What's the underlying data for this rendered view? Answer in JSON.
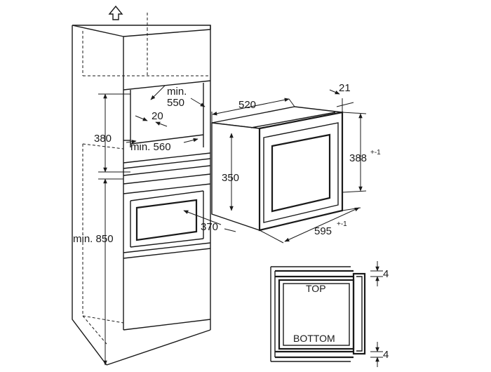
{
  "cabinet": {
    "dim_min550_a": "min.",
    "dim_min550_b": "550",
    "dim_20": "20",
    "dim_380": "380",
    "dim_min560": "min. 560",
    "dim_min850": "min. 850",
    "dim_370": "370"
  },
  "oven": {
    "dim_520": "520",
    "dim_21": "21",
    "dim_388": "388",
    "dim_388_tol": "+-1",
    "dim_350": "350",
    "dim_595": "595",
    "dim_595_tol": "+-1"
  },
  "section": {
    "label_top": "TOP",
    "label_bottom": "BOTTOM",
    "gap_top": "4",
    "gap_bottom": "4"
  },
  "icons": {
    "vent_arrow": "up-arrow-icon"
  }
}
